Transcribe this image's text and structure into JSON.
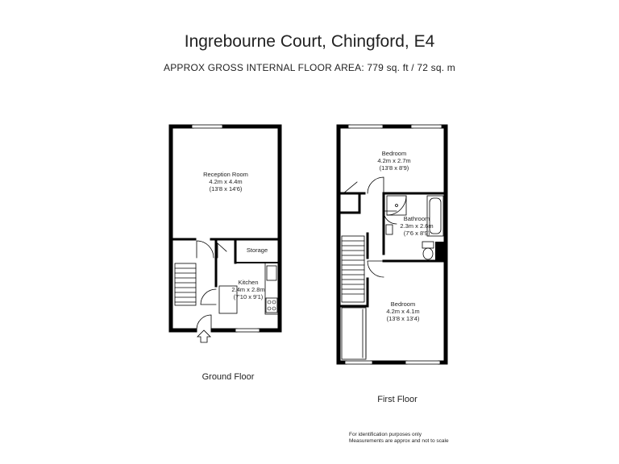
{
  "title": "Ingrebourne Court, Chingford, E4",
  "subtitle": "APPROX GROSS INTERNAL FLOOR AREA:  779 sq. ft / 72 sq. m",
  "ground_floor": {
    "label": "Ground Floor",
    "rooms": [
      {
        "name": "Reception Room",
        "dims_m": "4.2m x 4.4m",
        "dims_ft": "(13'8 x 14'6)"
      },
      {
        "name": "Storage"
      },
      {
        "name": "Kitchen",
        "dims_m": "2.4m x 2.8m",
        "dims_ft": "(7'10 x 9'1)"
      }
    ]
  },
  "first_floor": {
    "label": "First Floor",
    "rooms": [
      {
        "name": "Bedroom",
        "dims_m": "4.2m x 2.7m",
        "dims_ft": "(13'8 x 8'9)"
      },
      {
        "name": "Bathroom",
        "dims_m": "2.3m x 2.6m",
        "dims_ft": "(7'6 x 8'9)"
      },
      {
        "name": "Bedroom",
        "dims_m": "4.2m x 4.1m",
        "dims_ft": "(13'8 x 13'4)"
      }
    ]
  },
  "disclaimer": {
    "line1": "For identification purposes only",
    "line2": "Measurements are approx and not to scale"
  }
}
